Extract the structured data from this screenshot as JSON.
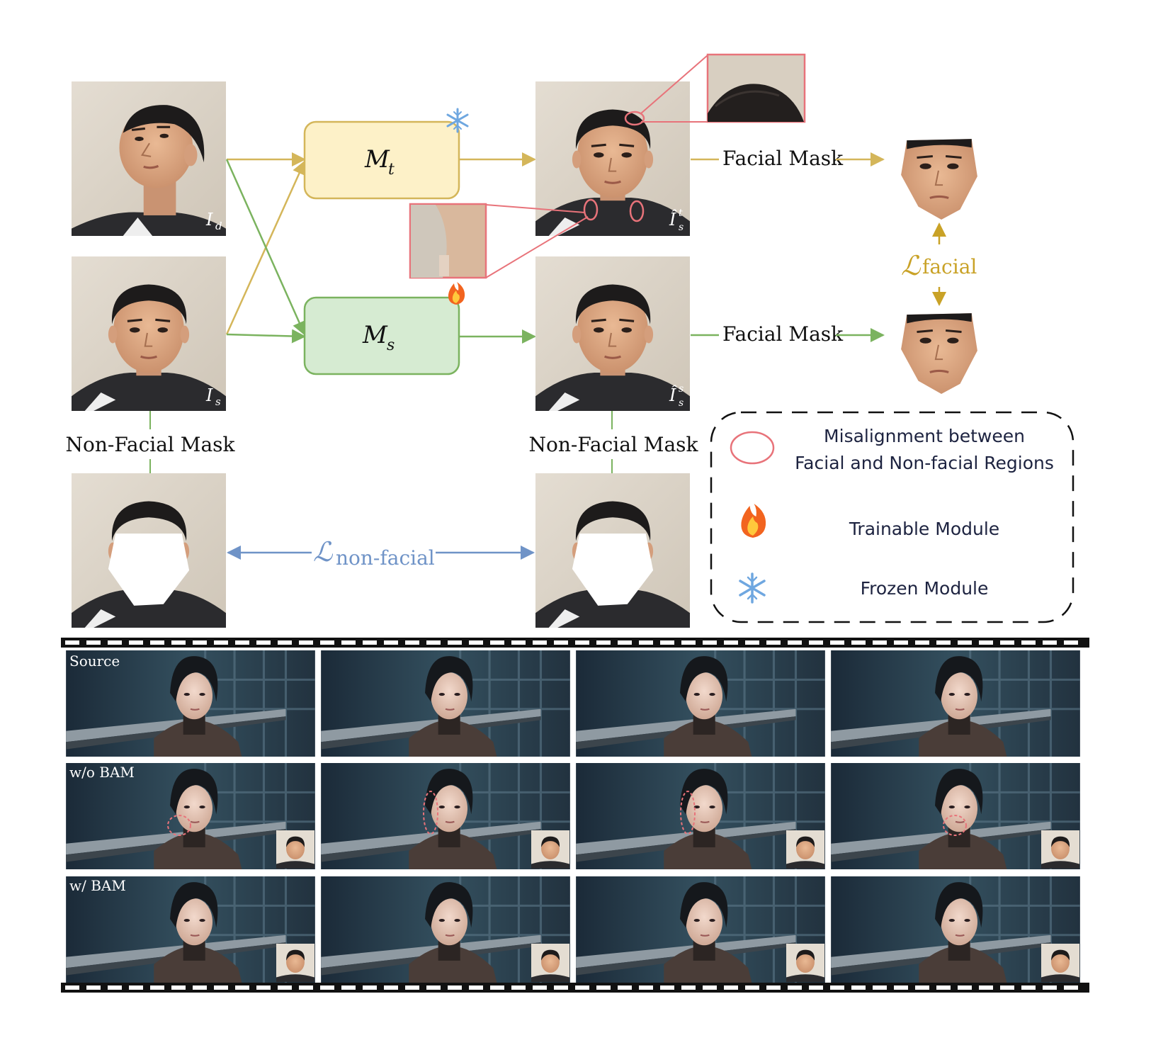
{
  "images": {
    "driving": {
      "label": "I",
      "sub": "d"
    },
    "source": {
      "label": "I",
      "sub": "s"
    },
    "output_t": {
      "label": "Î",
      "sub": "s",
      "sup": "t"
    },
    "output_s": {
      "label": "Î",
      "sub": "s",
      "sup": "s"
    }
  },
  "modules": {
    "teacher": {
      "label": "M",
      "sub": "t",
      "icon": "snowflake-icon"
    },
    "student": {
      "label": "M",
      "sub": "s",
      "icon": "fire-icon"
    }
  },
  "arrows": {
    "facial_mask_top": "Facial Mask",
    "facial_mask_bottom": "Facial Mask",
    "non_facial_mask_left": "Non-Facial Mask",
    "non_facial_mask_right": "Non-Facial Mask"
  },
  "losses": {
    "facial": {
      "symbol": "ℒ",
      "sub": "facial"
    },
    "non_facial": {
      "symbol": "ℒ",
      "sub": "non-facial"
    }
  },
  "legend": {
    "misalignment_line1": "Misalignment between",
    "misalignment_line2": "Facial and Non-facial Regions",
    "trainable": "Trainable Module",
    "frozen": "Frozen Module"
  },
  "film": {
    "row_labels": [
      "Source",
      "w/o BAM",
      "w/ BAM"
    ]
  },
  "colors": {
    "yellow": "#d4b65a",
    "green": "#7bb35f",
    "blue": "#6f93c7",
    "loss_yellow": "#c9a227",
    "red_circle": "#e8737a",
    "module_yellow_fill": "#fdf1c8",
    "module_green_fill": "#d6ebd2"
  }
}
